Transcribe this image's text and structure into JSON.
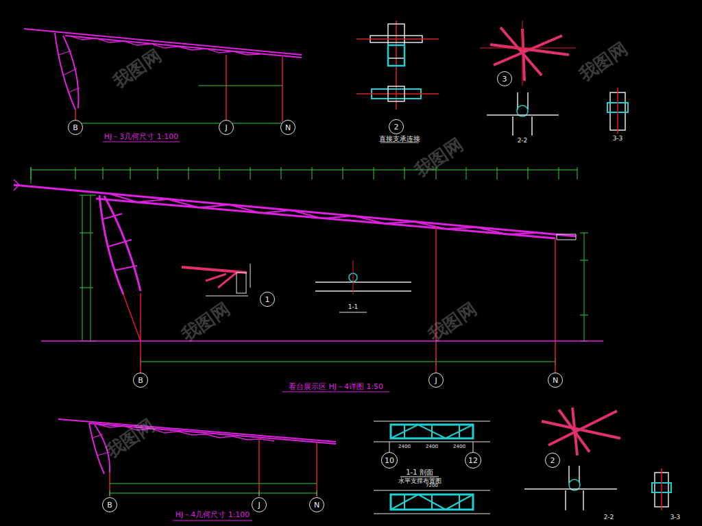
{
  "diagram": {
    "nodes": [
      {
        "text": [
          "B"
        ]
      },
      {
        "text": [
          "J"
        ]
      },
      {
        "text": [
          "N"
        ]
      },
      {
        "text": [
          "2"
        ]
      },
      {
        "text": [
          "3"
        ]
      },
      {
        "text": [
          "B"
        ]
      },
      {
        "text": [
          "J"
        ]
      },
      {
        "text": [
          "N"
        ]
      },
      {
        "text": [
          "1"
        ]
      },
      {
        "text": [
          "B"
        ]
      },
      {
        "text": [
          "J"
        ]
      },
      {
        "text": [
          "N"
        ]
      },
      {
        "text": [
          "10"
        ]
      },
      {
        "text": [
          "12"
        ]
      },
      {
        "text": [
          "2"
        ]
      }
    ],
    "labels": [
      "HJ－3几何尺寸 1:100",
      "直接支承连接",
      "2-2",
      "3-3",
      "看台展示区 HJ－4详图 1:50",
      "1-1",
      "HJ－4几何尺寸 1:100",
      "1-1 剖面",
      "水平支撑布置图",
      "2400",
      "2400",
      "2400",
      "7200",
      "2-2",
      "3-3",
      "我图网",
      "我图网",
      "我图网",
      "我图网",
      "我图网",
      "我图网"
    ]
  }
}
